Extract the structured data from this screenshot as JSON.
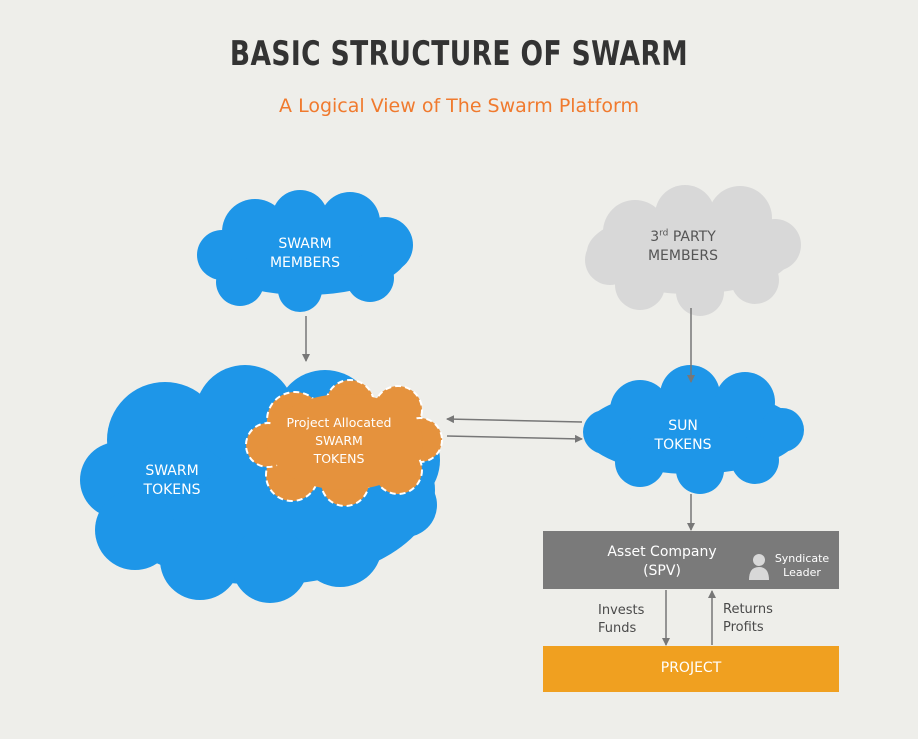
{
  "title": "BASIC STRUCTURE OF SWARM",
  "subtitle": "A Logical View of The Swarm Platform",
  "nodes": {
    "swarm_members": {
      "line1": "SWARM",
      "line2": "MEMBERS"
    },
    "third_party": {
      "ordinal": "3",
      "suffix": "rd",
      "line1_rest": " PARTY",
      "line2": "MEMBERS"
    },
    "swarm_tokens": {
      "line1": "SWARM",
      "line2": "TOKENS"
    },
    "project_allocated": {
      "line1": "Project Allocated",
      "line2": "SWARM",
      "line3": "TOKENS"
    },
    "sun_tokens": {
      "line1": "SUN",
      "line2": "TOKENS"
    },
    "asset_company": {
      "line1": "Asset Company",
      "line2": "(SPV)"
    },
    "syndicate_leader": {
      "line1": "Syndicate",
      "line2": "Leader",
      "icon": "person-icon"
    },
    "project": {
      "label": "PROJECT"
    }
  },
  "flows": {
    "invests": {
      "line1": "Invests",
      "line2": "Funds"
    },
    "returns": {
      "line1": "Returns",
      "line2": "Profits"
    }
  },
  "colors": {
    "blue_cloud": "#1e96e8",
    "grey_cloud": "#d8d8d8",
    "orange_cloud": "#e5923d",
    "asset_box": "#7a7a7a",
    "project_box": "#f0a020",
    "arrow": "#777777",
    "subtitle": "#f07a2e",
    "title": "#333333"
  }
}
